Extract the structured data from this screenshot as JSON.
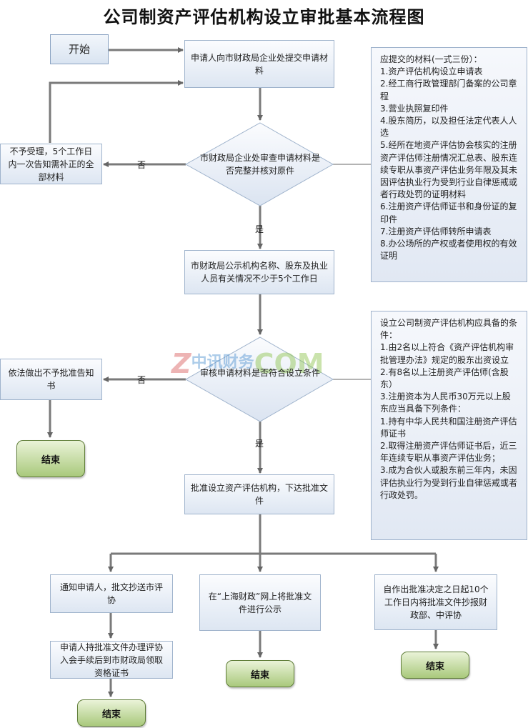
{
  "title": "公司制资产评估机构设立审批基本流程图",
  "watermark": {
    "letter": "Z",
    "brand": "中讯财务",
    "suffix": "COM"
  },
  "nodes": {
    "start": "开始",
    "submit": "申请人向市财政局企业处提交申请材料",
    "check_materials": "市财政局企业处审查申请材料是否完整并核对原件",
    "reject_incomplete": "不予受理，5个工作日内一次告知需补正的全部材料",
    "publicize": "市财政局公示机构名称、股东及执业人员有关情况不少于5个工作日",
    "review_conditions": "审核申请材料是否符合设立条件",
    "reject_decision": "依法做出不予批准告知书",
    "approve": "批准设立资产评估机构，下达批准文件",
    "notify": "通知申请人，批文抄送市评协",
    "certificate": "申请人持批准文件办理评协入会手续后到市财政局领取资格证书",
    "publish_online": "在“上海财政”网上将批准文件进行公示",
    "report": "自作出批准决定之日起10个工作日内将批准文件抄报财政部、中评协"
  },
  "edge_labels": {
    "no": "否",
    "yes": "是"
  },
  "end_label": "结束",
  "materials_note": [
    "应提交的材料(一式三份）：",
    "1.资产评估机构设立申请表",
    "2.经工商行政管理部门备案的公司章程",
    "3.营业执照复印件",
    "4.股东简历，以及担任法定代表人人选",
    "5.经所在地资产评估协会核实的注册资产评估师注册情况汇总表、股东连续专职从事资产评估业务年限及其未因评估执业行为受到行业自律惩戒或者行政处罚的证明材料",
    "6.注册资产评估师证书和身份证的复印件",
    "7.注册资产评估师转所申请表",
    "8.办公场所的产权或者使用权的有效证明"
  ],
  "conditions_note": [
    "设立公司制资产评估机构应具备的条件：",
    "1.由2名以上符合《资产评估机构审批管理办法》规定的股东出资设立",
    "2.有8名以上注册资产评估师(含股东）",
    "3.注册资本为人民币30万元以上股东应当具备下列条件：",
    "1.持有中华人民共和国注册资产评估师证书",
    "2.取得注册资产评估师证书后，近三年连续专职从事资产评估业务；",
    "3.成为合伙人或股东前三年内，未因评估执业行为受到行业自律惩戒或者行政处罚。"
  ]
}
